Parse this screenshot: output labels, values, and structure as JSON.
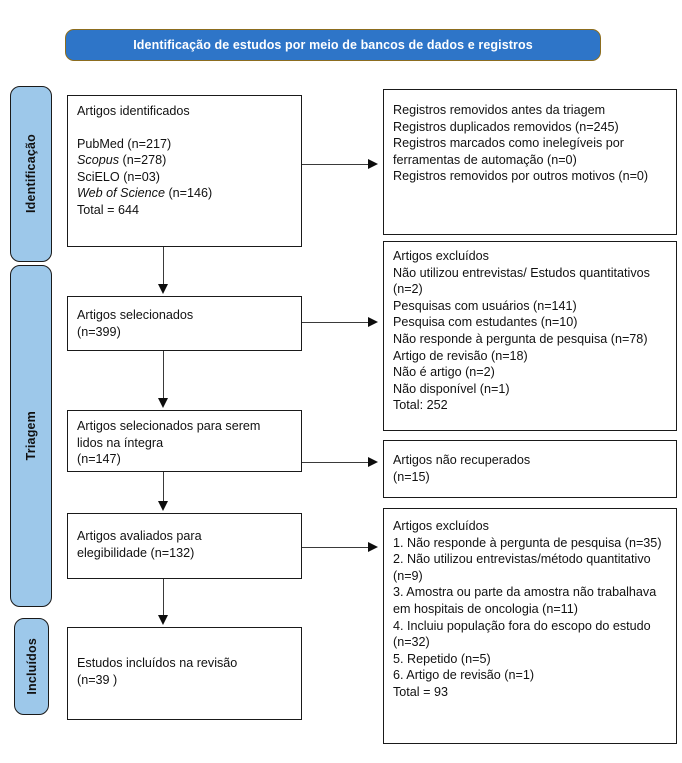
{
  "header": {
    "title": "Identificação de estudos por meio de bancos de dados e registros",
    "bg_color": "#2E75C8",
    "border_color": "#8C6D1F",
    "text_color": "#FFFFFF"
  },
  "stages": [
    {
      "id": "identificacao",
      "label": "Identificação"
    },
    {
      "id": "triagem",
      "label": "Triagem"
    },
    {
      "id": "incluidos",
      "label": "Incluídos"
    }
  ],
  "stage_style": {
    "bg_color": "#9DC8EA",
    "border_color": "#1A1A1A"
  },
  "left_boxes": [
    {
      "id": "identificados",
      "lines": [
        {
          "text": "Artigos identificados",
          "italic": false
        },
        {
          "text": "",
          "italic": false
        },
        {
          "text": "PubMed (n=217)",
          "italic": false
        },
        {
          "text": "Scopus (n=278)",
          "italic": true,
          "italic_part": "Scopus",
          "plain_part": " (n=278)"
        },
        {
          "text": "SciELO (n=03)",
          "italic": false
        },
        {
          "text": "Web of Science (n=146)",
          "italic": true,
          "italic_part": "Web of Science",
          "plain_part": " (n=146)"
        },
        {
          "text": "Total = 644",
          "italic": false
        }
      ]
    },
    {
      "id": "selecionados",
      "lines": [
        {
          "text": "Artigos selecionados",
          "italic": false
        },
        {
          "text": "(n=399)",
          "italic": false
        }
      ]
    },
    {
      "id": "lidos-integra",
      "lines": [
        {
          "text": "Artigos selecionados para serem",
          "italic": false
        },
        {
          "text": "lidos na íntegra",
          "italic": false
        },
        {
          "text": "(n=147)",
          "italic": false
        }
      ]
    },
    {
      "id": "elegibilidade",
      "lines": [
        {
          "text": "Artigos avaliados para",
          "italic": false
        },
        {
          "text": "elegibilidade (n=132)",
          "italic": false
        }
      ]
    },
    {
      "id": "incluidos-revisao",
      "lines": [
        {
          "text": "Estudos incluídos na revisão",
          "italic": false
        },
        {
          "text": "(n=39 )",
          "italic": false
        }
      ]
    }
  ],
  "right_boxes": [
    {
      "id": "removidos-antes-triagem",
      "lines": [
        "Registros removidos antes da triagem",
        "Registros duplicados removidos (n=245)",
        "Registros marcados como inelegíveis por ferramentas de automação (n=0)",
        "Registros removidos por outros motivos (n=0)"
      ]
    },
    {
      "id": "excluidos-triagem",
      "lines": [
        "Artigos excluídos",
        "Não utilizou entrevistas/ Estudos quantitativos (n=2)",
        "Pesquisas com usuários (n=141)",
        "Pesquisa com estudantes (n=10)",
        "Não responde à pergunta de pesquisa (n=78)",
        "Artigo de revisão (n=18)",
        "Não é artigo (n=2)",
        "Não disponível (n=1)",
        "Total: 252"
      ]
    },
    {
      "id": "nao-recuperados",
      "lines": [
        "Artigos não recuperados",
        "(n=15)"
      ]
    },
    {
      "id": "excluidos-elegibilidade",
      "lines": [
        "Artigos excluídos",
        "1. Não responde à pergunta de pesquisa (n=35)",
        "2. Não utilizou entrevistas/método quantitativo (n=9)",
        "3. Amostra ou parte da amostra não trabalhava em hospitais de oncologia (n=11)",
        "4. Incluiu população fora do escopo do estudo (n=32)",
        "5. Repetido (n=5)",
        "6. Artigo de revisão (n=1)",
        "Total = 93"
      ]
    }
  ],
  "connectors": {
    "horizontal_arrow_icon": "arrow-right-icon",
    "vertical_arrow_icon": "arrow-down-icon",
    "line_color": "#3A3A3A"
  }
}
